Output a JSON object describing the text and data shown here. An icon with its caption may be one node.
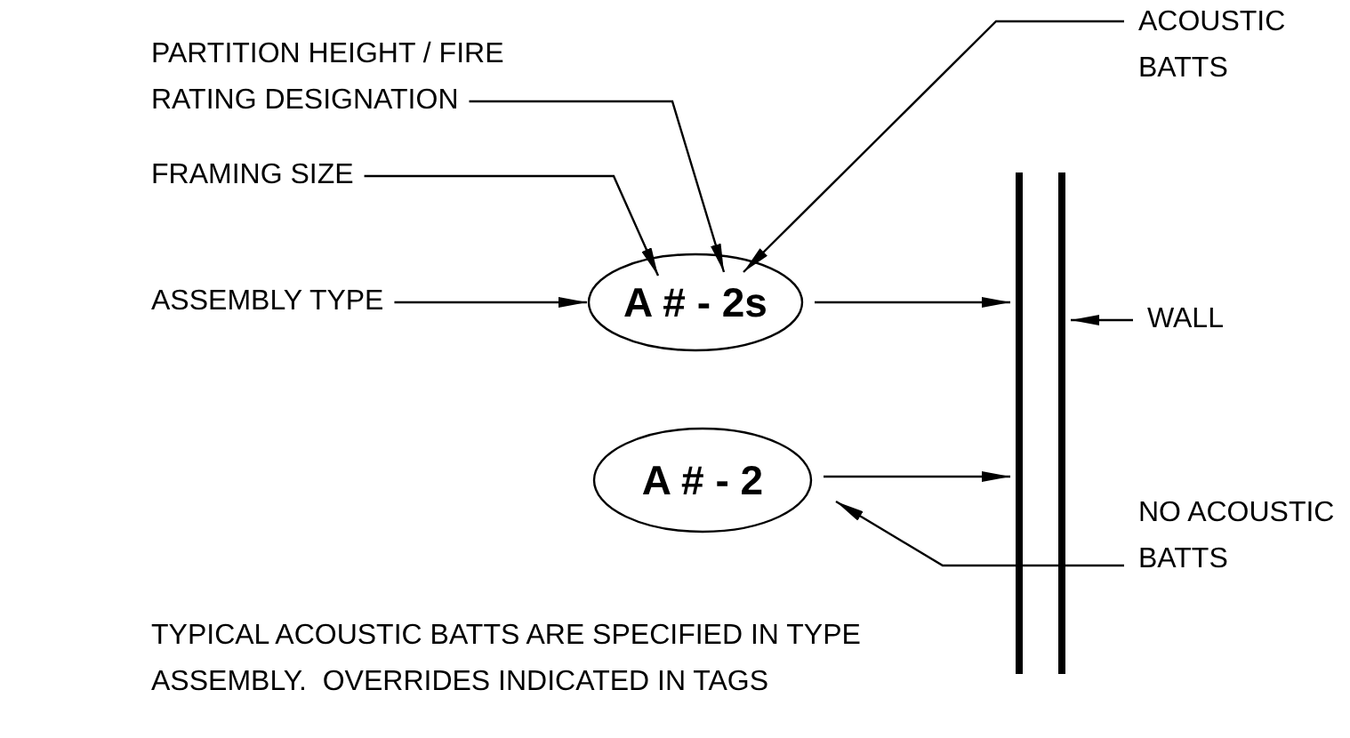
{
  "diagram": {
    "nodes": [
      {
        "text": [
          "PARTITION HEIGHT / FIRE RATING DESIGNATION"
        ]
      },
      {
        "text": [
          "ACOUSTIC BATTS"
        ]
      },
      {
        "text": [
          "FRAMING SIZE"
        ]
      },
      {
        "text": [
          "ASSEMBLY TYPE"
        ]
      },
      {
        "text": [
          "A # - 2s"
        ]
      },
      {
        "text": [
          "WALL"
        ]
      },
      {
        "text": [
          "A # - 2"
        ]
      },
      {
        "text": [
          "NO ACOUSTIC BATTS"
        ]
      },
      {
        "text": [],
        "shape": "bar"
      }
    ],
    "edges": [
      {
        "from": 0,
        "to": 4,
        "arrow": "to"
      },
      {
        "from": 1,
        "to": 4,
        "arrow": "to"
      },
      {
        "from": 2,
        "to": 4,
        "arrow": "to"
      },
      {
        "from": 3,
        "to": 4,
        "arrow": "to"
      },
      {
        "from": 4,
        "to": 8,
        "arrow": "to"
      },
      {
        "from": 5,
        "to": 8,
        "arrow": "to"
      },
      {
        "from": 7,
        "to": 6,
        "arrow": "to"
      },
      {
        "from": 6,
        "to": 8,
        "arrow": "to"
      }
    ],
    "labels": [
      "TYPICAL ACOUSTIC BATTS ARE SPECIFIED IN TYPE ASSEMBLY.  OVERRIDES INDICATED IN TAGS"
    ]
  }
}
